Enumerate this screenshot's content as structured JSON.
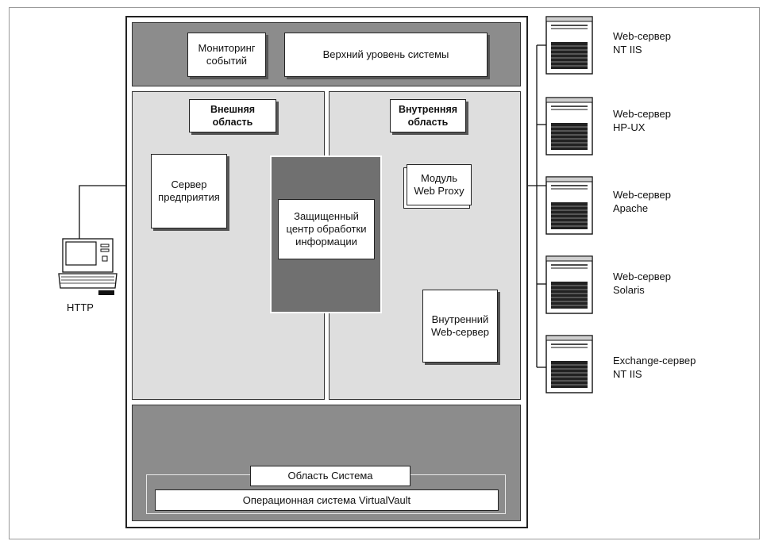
{
  "diagram": {
    "top": {
      "monitoring": "Мониторинг\nсобытий",
      "upper_level": "Верхний уровень системы"
    },
    "external_area": {
      "title": "Внешняя\nобласть",
      "enterprise_server": "Сервер\nпредприятия"
    },
    "internal_area": {
      "title": "Внутренняя\nобласть",
      "web_proxy": "Модуль\nWeb Proxy",
      "internal_web_server": "Внутренний\nWeb-сервер"
    },
    "secure_center": "Защищенный\nцентр обработки\nинформации",
    "bottom": {
      "system_area": "Область Система",
      "os": "Операционная система VirtualVault"
    },
    "client": {
      "label": "HTTP"
    },
    "servers": [
      {
        "label": "Web-сервер\nNT IIS"
      },
      {
        "label": "Web-сервер\nHP-UX"
      },
      {
        "label": "Web-сервер\nApache"
      },
      {
        "label": "Web-сервер\nSolaris"
      },
      {
        "label": "Exchange-сервер\nNT IIS"
      }
    ]
  }
}
